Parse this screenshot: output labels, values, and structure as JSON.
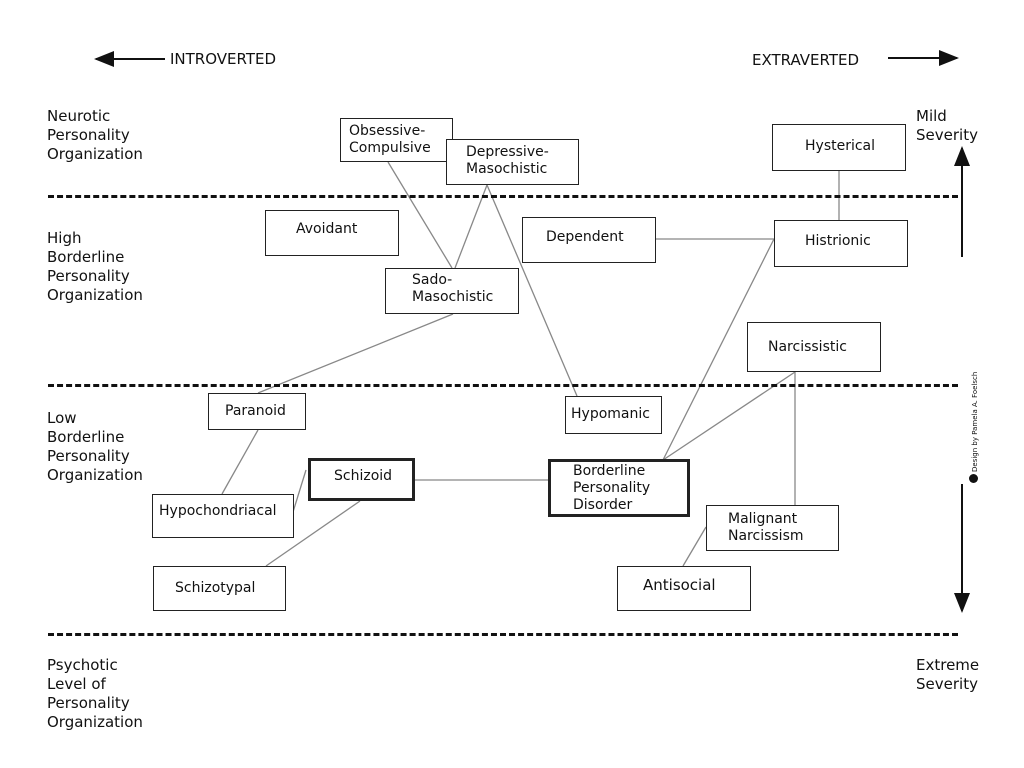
{
  "axis": {
    "introverted": "INTROVERTED",
    "extraverted": "EXTRAVERTED",
    "mild_severity": "Mild\nSeverity",
    "extreme_severity": "Extreme\nSeverity"
  },
  "levels": {
    "neurotic": "Neurotic\nPersonality\nOrganization",
    "high_borderline": "High\nBorderline\nPersonality\nOrganization",
    "low_borderline": "Low\nBorderline\nPersonality\nOrganization",
    "psychotic": "Psychotic\nLevel of\nPersonality\nOrganization"
  },
  "disorders": {
    "obsessive_compulsive": "Obsessive-\nCompulsive",
    "depressive_masochistic": "Depressive-\nMasochistic",
    "hysterical": "Hysterical",
    "avoidant": "Avoidant",
    "dependent": "Dependent",
    "histrionic": "Histrionic",
    "sado_masochistic": "Sado-\nMasochistic",
    "narcissistic": "Narcissistic",
    "paranoid": "Paranoid",
    "hypomanic": "Hypomanic",
    "schizoid": "Schizoid",
    "borderline": "Borderline\nPersonality\nDisorder",
    "hypochondriacal": "Hypochondriacal",
    "malignant_narcissism": "Malignant\nNarcissism",
    "schizotypal": "Schizotypal",
    "antisocial": "Antisocial"
  },
  "credit": "Design by Pamela A. Foelsch"
}
